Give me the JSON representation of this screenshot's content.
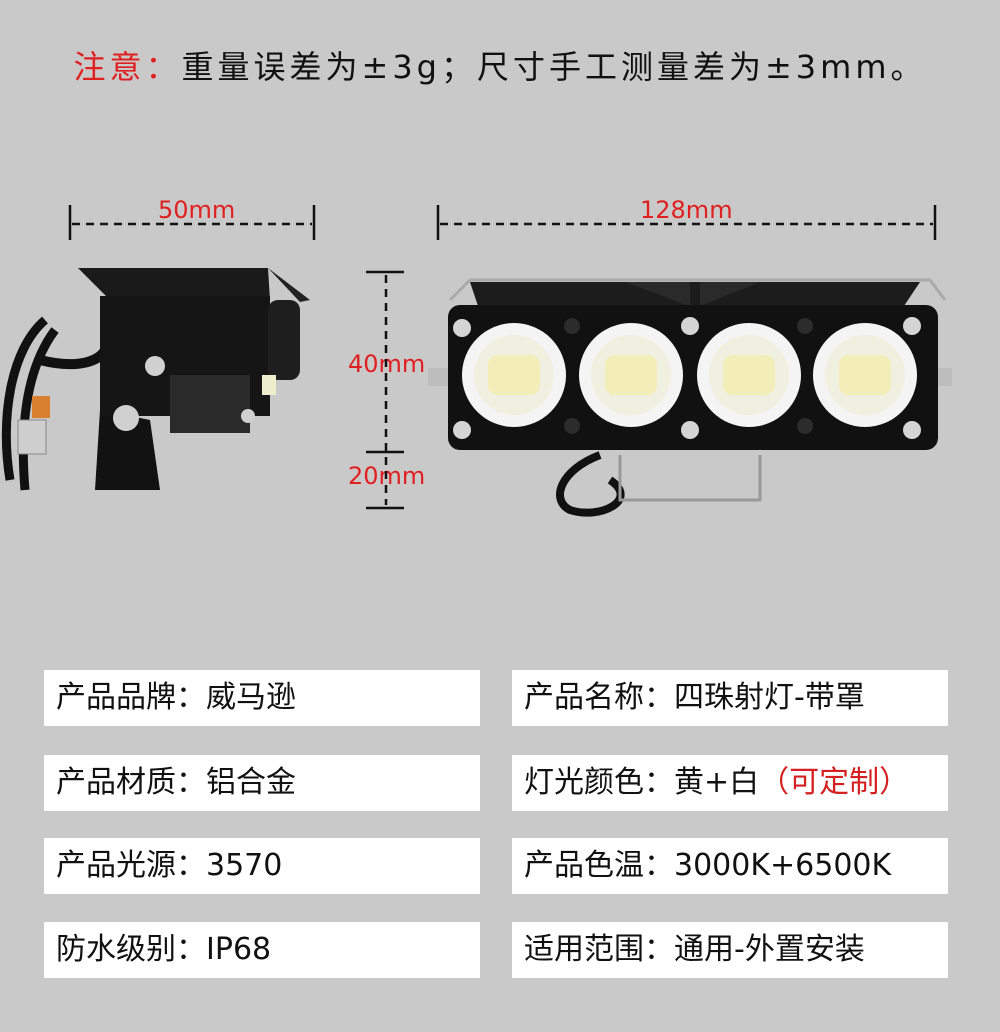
{
  "notice": {
    "prefix": "注意：",
    "text": "重量误差为±3g；尺寸手工测量差为±3mm。"
  },
  "dimensions": {
    "width_side": "50mm",
    "width_front": "128mm",
    "height_upper": "40mm",
    "height_lower": "20mm"
  },
  "colors": {
    "accent_red": "#e02020",
    "background": "#c9c9c9",
    "box": "#ffffff"
  },
  "specs": [
    {
      "label": "产品品牌：",
      "value": "威马逊",
      "note": ""
    },
    {
      "label": "产品名称：",
      "value": "四珠射灯-带罩",
      "note": ""
    },
    {
      "label": "产品材质：",
      "value": "铝合金",
      "note": ""
    },
    {
      "label": "灯光颜色：",
      "value": "黄+白",
      "note": "（可定制）"
    },
    {
      "label": "产品光源：",
      "value": "3570",
      "note": ""
    },
    {
      "label": "产品色温：",
      "value": "3000K+6500K",
      "note": ""
    },
    {
      "label": "防水级别：",
      "value": "IP68",
      "note": ""
    },
    {
      "label": "适用范围：",
      "value": "通用-外置安装",
      "note": ""
    }
  ]
}
